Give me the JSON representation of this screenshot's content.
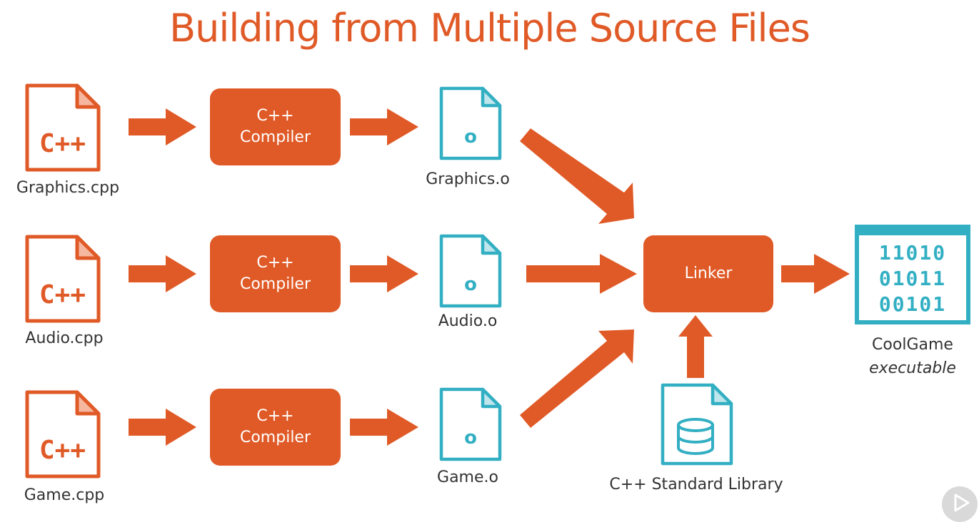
{
  "title": "Building from Multiple Source Files",
  "colors": {
    "accent": "#E05A27",
    "teal": "#33AFC3",
    "text": "#333333"
  },
  "sources": [
    {
      "name": "Graphics.cpp",
      "glyph": "C++"
    },
    {
      "name": "Audio.cpp",
      "glyph": "C++"
    },
    {
      "name": "Game.cpp",
      "glyph": "C++"
    }
  ],
  "compiler": {
    "line1": "C++",
    "line2": "Compiler"
  },
  "objects": [
    {
      "name": "Graphics.o",
      "glyph": "o"
    },
    {
      "name": "Audio.o",
      "glyph": "o"
    },
    {
      "name": "Game.o",
      "glyph": "o"
    }
  ],
  "linker": {
    "label": "Linker"
  },
  "stdlib": {
    "label": "C++ Standard Library",
    "icon": "database-icon"
  },
  "executable": {
    "name": "CoolGame",
    "kind": "executable",
    "bits": [
      "11010",
      "01011",
      "00101"
    ],
    "icon": "binary-icon"
  },
  "player": {
    "icon": "play-icon"
  }
}
